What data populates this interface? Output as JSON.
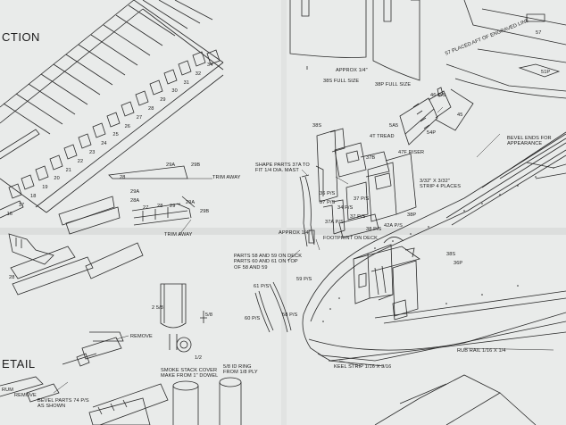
{
  "headings": {
    "section": "CTION",
    "detail": "ETAIL"
  },
  "labels": {
    "full_size_38s": "38S FULL SIZE",
    "full_size_38p": "38P FULL SIZE",
    "approx_quarter_top": "APPROX 1/4\"",
    "placed_aft": "57 PLACED AFT OF ENGRAVED LINE",
    "p57": "57",
    "p51p": "51P",
    "p46": "46 P/S",
    "p45": "45",
    "p5a5": "5A5",
    "p54p": "54P",
    "p4t_tread": "4T TREAD",
    "p47f_riser": "47F RISER",
    "p37b": "37B",
    "p38s": "38S",
    "bevel_ends": "BEVEL ENDS FOR\nAPPEARANCE",
    "p29a_top": "29A",
    "p29b_top": "29B",
    "p28": "28",
    "trim_away_top": "TRIM AWAY",
    "p29a_mid": "29A",
    "p28a": "28A",
    "p27": "27",
    "p28b": "28",
    "p29": "29",
    "p29a_low": "29A",
    "p29b_low": "29B",
    "trim_away_low": "TRIM AWAY",
    "shape_parts": "SHAPE PARTS 37A TO\nFIT 1/4 DIA. MAST",
    "p36": "36 P/S",
    "p37": "37 P/S",
    "p34": "34 P/S",
    "p37a": "37A P/S",
    "p37_2": "37 P/S",
    "p38_ps": "38 P/S",
    "p37_3": "37 P/S",
    "p42a": "42A P/S",
    "p38p": "38P",
    "strip": "3/32\" X 3/32\"\nSTRIP 4 PLACES",
    "approx_quarter": "APPROX 1/4\"",
    "footprint": "FOOTPRINT ON DECK",
    "parts_58": "PARTS 58 AND 59 ON DECK\nPARTS 60 AND 61 ON TOP\nOF 58 AND 59",
    "p61": "61 P/S",
    "p59": "59 P/S",
    "p60": "60 P/S",
    "p58": "58 P/S",
    "p3bs": "38S",
    "p3bp": "36P",
    "dim_2_5_8": "2 5/8",
    "dim_5_8": "5/8",
    "dim_1_2": "1/2",
    "remove_top": "REMOVE",
    "remove_low": "REMOVE",
    "stack_cover": "SMOKE STACK COVER\nMAKE FROM 1\" DOWEL",
    "id_ring": "5/8 ID RING\nFROM 1/8 PLY",
    "rub_rail": "RUB RAIL 1/16 X 1/4",
    "keel_strip": "KEEL STRIP  1/16 X 3/16",
    "bevel_parts": "BEVEL PARTS 74 P/S\nAS SHOWN",
    "rum": "RUM",
    "p28_left": "28"
  },
  "rib_numbers": [
    "34",
    "32",
    "31",
    "30",
    "29",
    "28",
    "27",
    "26",
    "25",
    "24",
    "23",
    "22",
    "21",
    "20",
    "19",
    "18",
    "17",
    "16"
  ]
}
